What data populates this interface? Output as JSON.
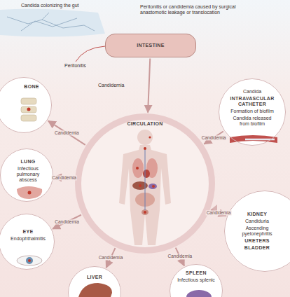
{
  "diagram": {
    "nodes": [
      {
        "text": [
          "INTESTINE"
        ]
      },
      {
        "text": [
          "CIRCULATION"
        ]
      },
      {
        "text": [
          "Candida",
          "INTRAVASCULAR CATHETER",
          "Formation of biofilm",
          "Candida released from biofilm"
        ]
      },
      {
        "text": [
          "BONE"
        ]
      },
      {
        "text": [
          "LUNG",
          "Infectious pulmonary abscess"
        ]
      },
      {
        "text": [
          "EYE",
          "Endophthalmitis"
        ]
      },
      {
        "text": [
          "LIVER"
        ]
      },
      {
        "text": [
          "SPLEEN",
          "Infectious splenic"
        ]
      },
      {
        "text": [
          "KIDNEY",
          "Candiduria",
          "Ascending pyelonephritis",
          "URETERS",
          "BLADDER"
        ]
      }
    ],
    "edges": [
      {
        "from": 0,
        "to": 1,
        "arrow": "to"
      },
      {
        "from": 2,
        "to": 1,
        "label": "Candidemia",
        "arrow": "to"
      },
      {
        "from": 1,
        "to": 3,
        "label": "Candidemia",
        "arrow": "to"
      },
      {
        "from": 1,
        "to": 4,
        "label": "Candidemia",
        "arrow": "to"
      },
      {
        "from": 1,
        "to": 5,
        "label": "Candidemia",
        "arrow": "to"
      },
      {
        "from": 1,
        "to": 6,
        "label": "Candidemia",
        "arrow": "to"
      },
      {
        "from": 1,
        "to": 7,
        "label": "Candidemia",
        "arrow": "to"
      },
      {
        "from": 1,
        "to": 8,
        "label": "Candidemia",
        "arrow": "to"
      }
    ],
    "labels": [
      "Candida colonizing the gut",
      "Peritonitis or candidemia caused by surgical anastomotic leakage or translocation",
      "Peritonitis",
      "Candidemia"
    ]
  }
}
